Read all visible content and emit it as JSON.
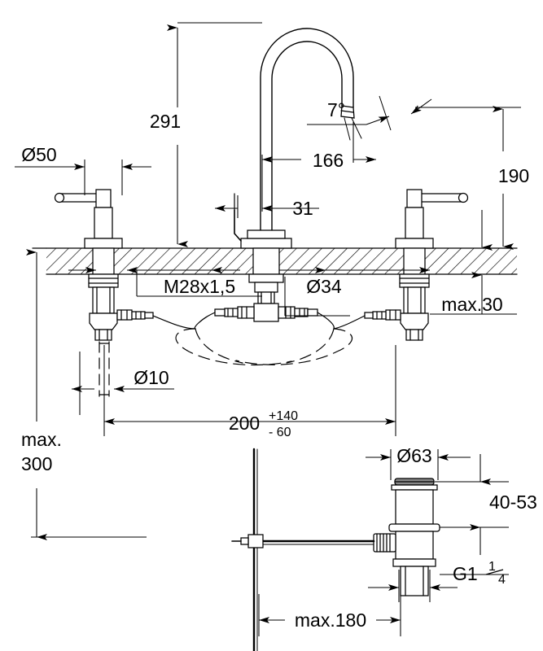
{
  "drawing": {
    "title": "Three-hole basin mixer technical dimension drawing",
    "units": "mm",
    "line_color": "#000000",
    "background": "#ffffff"
  },
  "dimensions": {
    "spout_height": "291",
    "spout_reach": "166",
    "spout_column_offset": "31",
    "outlet_angle": "7°",
    "escutcheon_diameter": "Ø50",
    "thread": "M28x1,5",
    "body_diameter": "Ø34",
    "aerator_height": "190",
    "deck_thickness_max": "max.30",
    "rod_diameter": "Ø10",
    "hole_spacing": "200",
    "hole_spacing_tol_plus": "+140",
    "hole_spacing_tol_minus": "- 60",
    "hose_length_max_line1": "max.",
    "hose_length_max_line2": "300",
    "waste_flange_diameter": "Ø63",
    "waste_range": "40-53",
    "waste_thread_main": "G1",
    "waste_thread_num": "1",
    "waste_thread_den": "4",
    "rod_reach_max": "max.180"
  },
  "labels": {
    "spout_height": "291",
    "spout_reach": "166",
    "column_offset": "31",
    "angle": "7°",
    "escutcheon": "Ø50",
    "thread": "M28x1,5",
    "body_dia": "Ø34",
    "right_height": "190",
    "deck_max": "max.30",
    "anchor_rod": "Ø10",
    "spacing": "200",
    "tol_plus": "+140",
    "tol_minus": "- 60",
    "hose_max_1": "max.",
    "hose_max_2": "300",
    "waste_dia": "Ø63",
    "waste_span": "40-53",
    "waste_thread": "G1",
    "waste_frac_num": "1",
    "waste_frac_den": "4",
    "reach_max": "max.180"
  }
}
